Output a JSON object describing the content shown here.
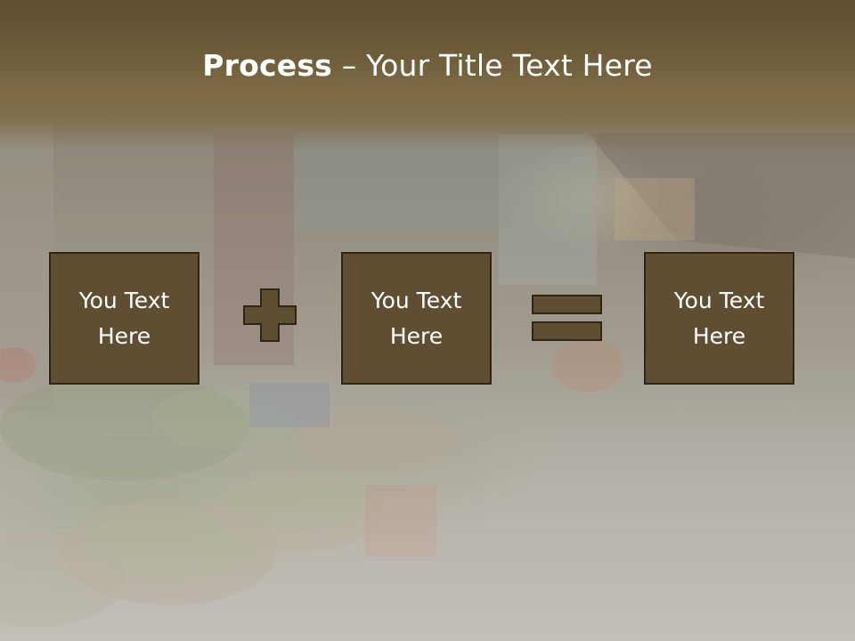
{
  "slide": {
    "title_bold": "Process",
    "title_rest": " – Your Title Text Here"
  },
  "process": {
    "steps": [
      {
        "line1": "You Text",
        "line2": "Here"
      },
      {
        "line1": "You Text",
        "line2": "Here"
      },
      {
        "line1": "You Text",
        "line2": "Here"
      }
    ],
    "operators": [
      "plus-icon",
      "equals-icon"
    ]
  },
  "colors": {
    "title_band": "#6e5c39",
    "box_fill": "#5f4e32",
    "box_border": "#2f2513",
    "text": "#ffffff"
  }
}
